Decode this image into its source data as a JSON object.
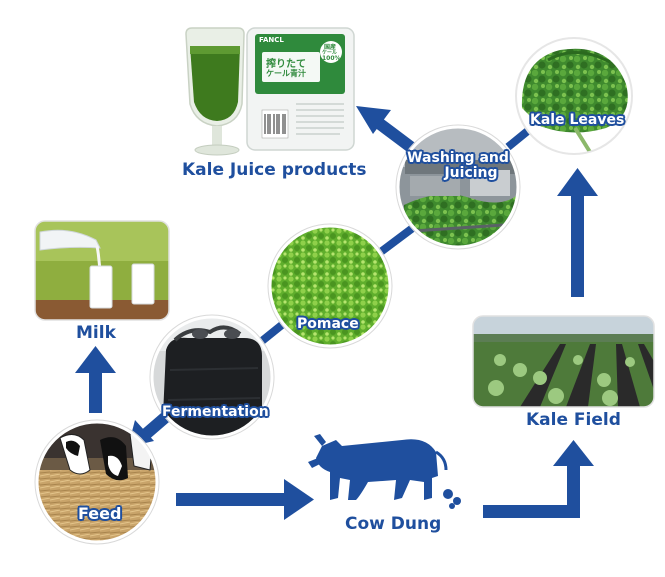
{
  "nodes": {
    "kale_juice_products": "Kale Juice products",
    "washing_juicing_line1": "Washing and",
    "washing_juicing_line2": "Juicing",
    "kale_leaves": "Kale Leaves",
    "pomace": "Pomace",
    "milk": "Milk",
    "fermentation": "Fermentation",
    "kale_field": "Kale Field",
    "feed": "Feed",
    "cow_dung": "Cow Dung"
  },
  "package": {
    "brand": "FANCL",
    "title_jp_line1": "搾りたて",
    "title_jp_line2": "ケール青汁",
    "badge_line1": "国産",
    "badge_line2": "ケール",
    "badge_line3": "100%"
  },
  "colors": {
    "arrow": "#1f4f9e",
    "label_blue": "#1f4f9e",
    "kale_green": "#3f8a2e",
    "juice_green": "#3e7a1e",
    "package_green": "#2f8a3c"
  }
}
